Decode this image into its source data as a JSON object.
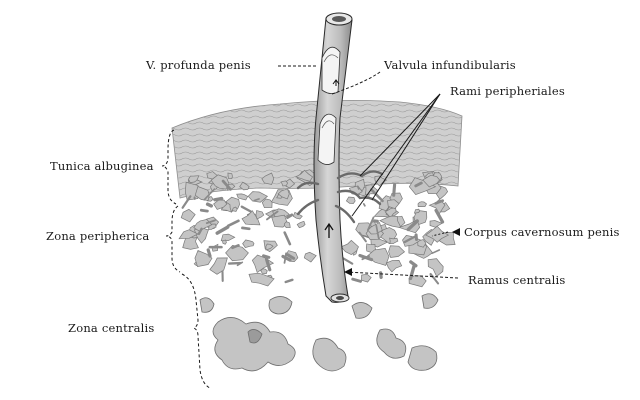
{
  "labels": {
    "v_profunda_penis": "V. profunda penis",
    "valvula_infundibularis": "Valvula infundibularis",
    "rami_peripheriales": "Rami peripheriales",
    "tunica_albuginea": "Tunica albuginea",
    "zona_peripherica": "Zona peripherica",
    "corpus_cavernosum_penis": "Corpus cavernosum penis",
    "ramus_centralis": "Ramus centralis",
    "zona_centralis": "Zona centralis"
  },
  "colors": {
    "background": "#ffffff",
    "tissue_fill": "#c9c9c9",
    "tissue_shade": "#a9a9a9",
    "vein_fill": "#bdbdbd",
    "vein_lumen": "#f2f2f2",
    "line": "#1a1a1a"
  }
}
